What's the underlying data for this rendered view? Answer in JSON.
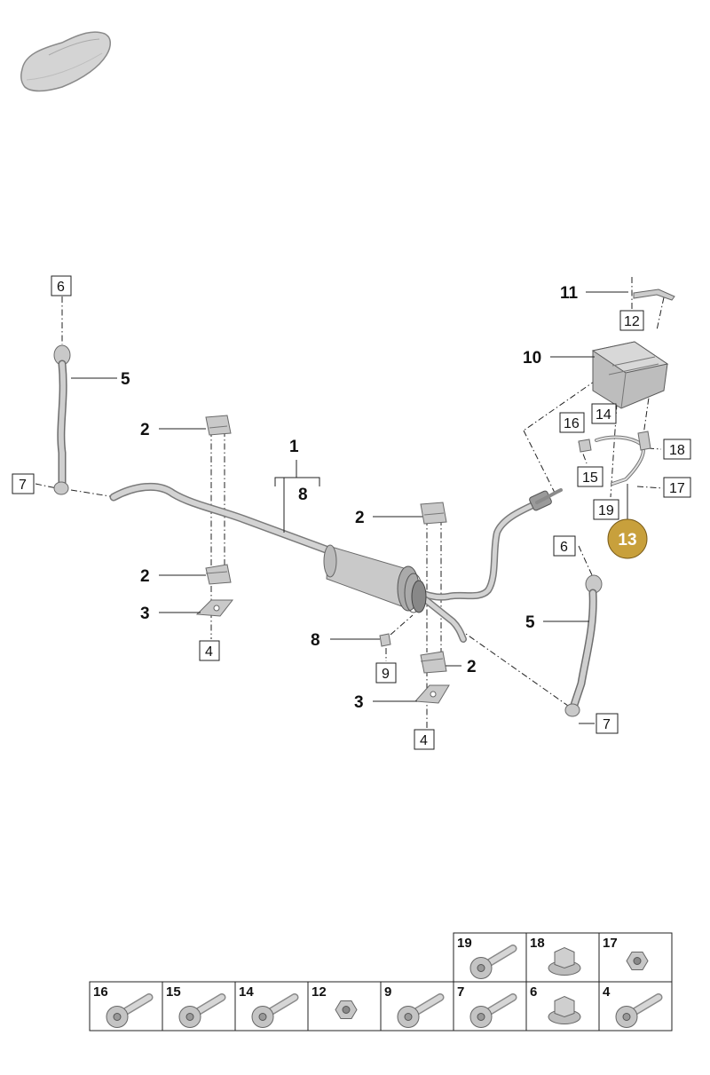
{
  "callouts": {
    "c1": "1",
    "c8_top": "8",
    "c2_a": "2",
    "c2_b": "2",
    "c2_c": "2",
    "c2_d": "2",
    "c3_a": "3",
    "c3_b": "3",
    "c4_a": "4",
    "c4_b": "4",
    "c5_left": "5",
    "c5_right": "5",
    "c6_top": "6",
    "c6_right": "6",
    "c7_left": "7",
    "c7_right": "7",
    "c8_clip": "8",
    "c9": "9",
    "c10": "10",
    "c11": "11",
    "c12": "12",
    "c13": "13",
    "c14": "14",
    "c15": "15",
    "c16": "16",
    "c17": "17",
    "c18": "18",
    "c19": "19"
  },
  "highlight_color": "#c8a03c",
  "fastener_table": {
    "top_row": [
      "19",
      "18",
      "17"
    ],
    "bottom_row": [
      "16",
      "15",
      "14",
      "12",
      "9",
      "7",
      "6",
      "4"
    ]
  },
  "icons": [
    "car-silhouette-icon"
  ]
}
